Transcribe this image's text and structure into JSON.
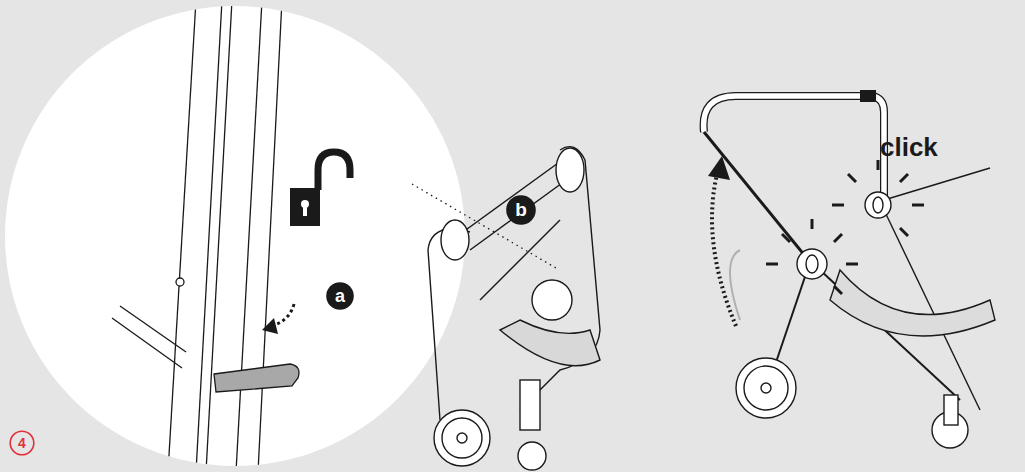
{
  "diagram": {
    "nodes": [
      {
        "text": [
          "a"
        ]
      },
      {
        "text": [
          "b"
        ]
      },
      {
        "text": [
          "4"
        ]
      }
    ],
    "labels": [
      "click"
    ]
  }
}
